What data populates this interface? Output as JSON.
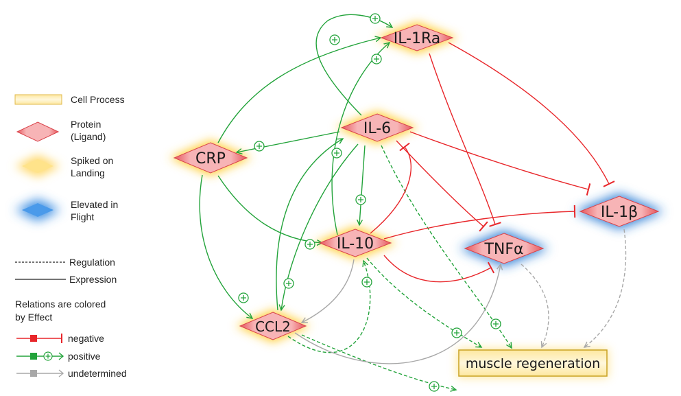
{
  "nodes": {
    "il1ra": "IL-1Ra",
    "il6": "IL-6",
    "crp": "CRP",
    "il10": "IL-10",
    "ccl2": "CCL2",
    "tnfa": "TNFα",
    "il1b": "IL-1β",
    "muscle": "muscle regeneration"
  },
  "legend": {
    "cell_process": "Cell Process",
    "protein_1": "Protein",
    "protein_2": "(Ligand)",
    "spiked_1": "Spiked on",
    "spiked_2": "Landing",
    "elevated_1": "Elevated in",
    "elevated_2": "Flight",
    "regulation": "Regulation",
    "expression": "Expression",
    "relations_1": "Relations are colored",
    "relations_2": "by Effect",
    "negative": "negative",
    "positive": "positive",
    "undetermined": "undetermined"
  },
  "colors": {
    "positive": "#22a33a",
    "negative": "#e8262a",
    "undetermined": "#a8a8a8",
    "protein_fill": "#f4a3a6",
    "spiked_glow": "#ffcf3a",
    "elevated_glow": "#2f7fd6",
    "cell_process_fill": "#fbe8a6"
  },
  "icons": {
    "plus": "plus-circle-icon",
    "arrow": "arrowhead-icon",
    "bar": "inhibition-bar-icon"
  }
}
